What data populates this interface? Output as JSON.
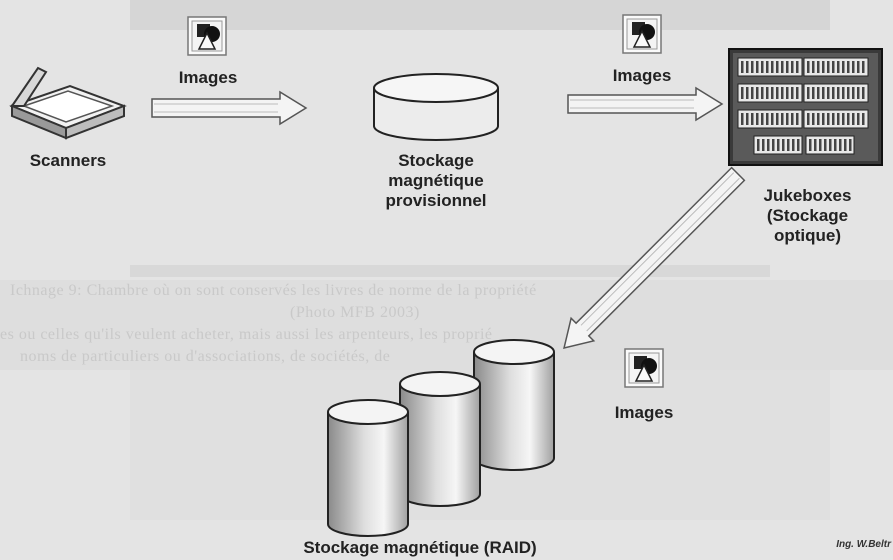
{
  "diagram": {
    "scanners_label": "Scanners",
    "images_label_1": "Images",
    "images_label_2": "Images",
    "images_label_3": "Images",
    "temp_storage_label": "Stockage\nmagnétique\nprovisionnel",
    "jukebox_label": "Jukeboxes\n(Stockage\noptique)",
    "raid_label": "Stockage magnétique (RAID)",
    "credit": "Ing. W.Beltr"
  },
  "colors": {
    "background": "#e4e4e4",
    "arrow_fill": "#f4f4f4",
    "arrow_stroke": "#555555",
    "text": "#222222"
  },
  "icons": [
    "scanner-icon",
    "image-shapes-icon",
    "disk-icon",
    "jukebox-icon",
    "raid-disks-icon"
  ]
}
